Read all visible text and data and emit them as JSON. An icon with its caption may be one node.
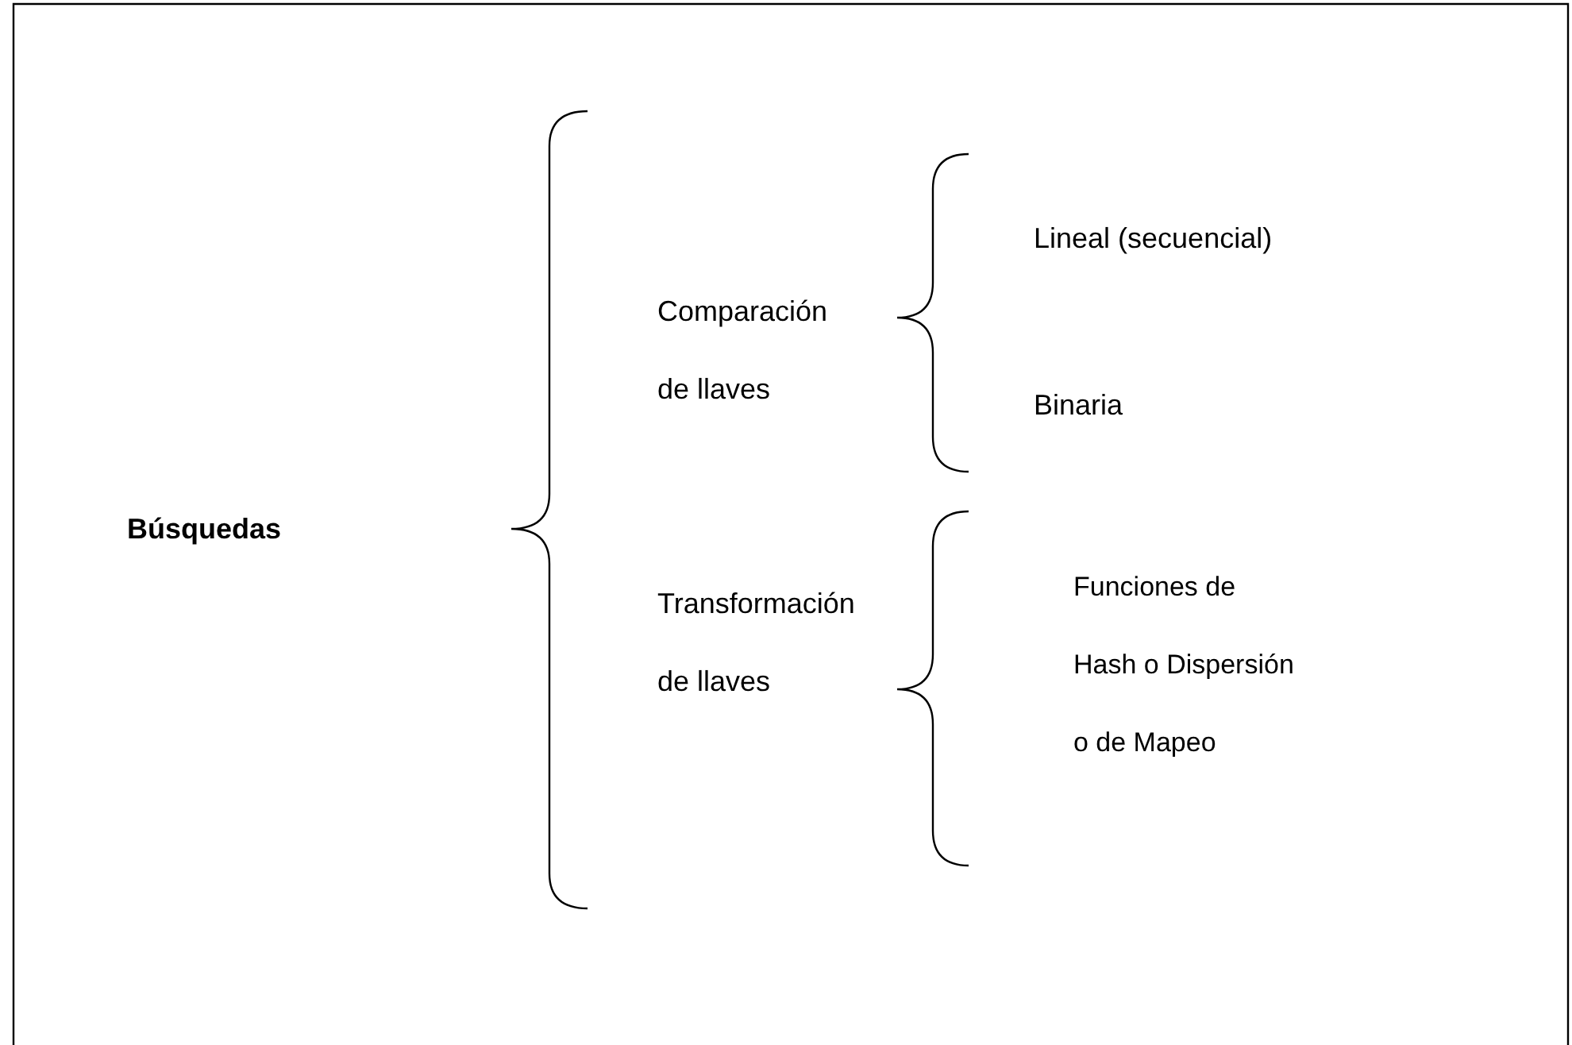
{
  "diagram": {
    "nodes": [
      {
        "text": [
          "Búsquedas"
        ]
      },
      {
        "text": [
          "Comparación de llaves"
        ]
      },
      {
        "text": [
          "Transformación de llaves"
        ]
      },
      {
        "text": [
          "Lineal (secuencial)"
        ]
      },
      {
        "text": [
          "Binaria"
        ]
      },
      {
        "text": [
          "Funciones de Hash o Dispersión o de Mapeo"
        ]
      }
    ]
  }
}
